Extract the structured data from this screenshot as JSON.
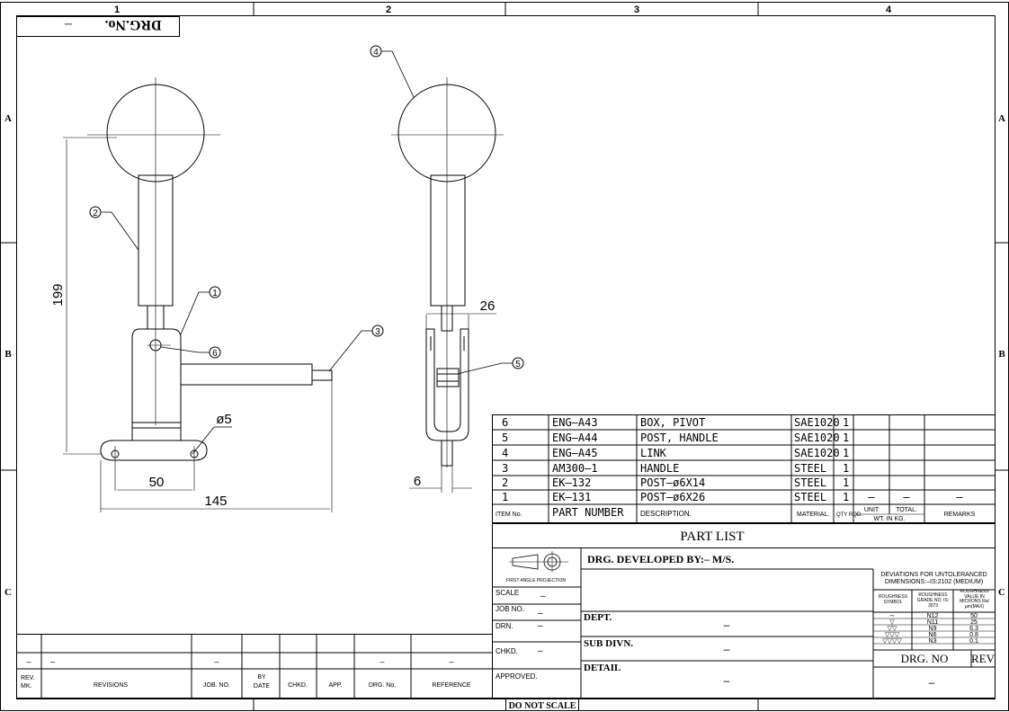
{
  "frame": {
    "col_labels": [
      "1",
      "2",
      "3",
      "4"
    ],
    "row_labels": [
      "A",
      "B",
      "C"
    ],
    "drg_no_box": {
      "label": "DRG.No.",
      "value": "–"
    }
  },
  "drawing": {
    "dims": {
      "height": "199",
      "width_50": "50",
      "width_145": "145",
      "dia": "ø5",
      "gap_26": "26",
      "gap_6": "6"
    },
    "balloons": [
      "1",
      "2",
      "3",
      "4",
      "5",
      "6"
    ]
  },
  "revisions": {
    "headers": [
      "REV. MK.",
      "REVISIONS",
      "JOB. NO.",
      "BY DATE",
      "CHKD.",
      "APP.",
      "DRG. No.",
      "REFERENCE"
    ],
    "row": [
      "–",
      "–",
      "–",
      "",
      "",
      "",
      "–",
      "–"
    ]
  },
  "part_list": {
    "title": "PART LIST",
    "rows": [
      {
        "item": "6",
        "part": "ENG–A43",
        "desc": "BOX, PIVOT",
        "material": "SAE1020",
        "qty": "1",
        "unit": "",
        "total": "",
        "remarks": ""
      },
      {
        "item": "5",
        "part": "ENG–A44",
        "desc": "POST, HANDLE",
        "material": "SAE1020",
        "qty": "1",
        "unit": "",
        "total": "",
        "remarks": ""
      },
      {
        "item": "4",
        "part": "ENG–A45",
        "desc": "LINK",
        "material": "SAE1020",
        "qty": "1",
        "unit": "",
        "total": "",
        "remarks": ""
      },
      {
        "item": "3",
        "part": "AM300–1",
        "desc": "HANDLE",
        "material": "STEEL",
        "qty": "1",
        "unit": "",
        "total": "",
        "remarks": ""
      },
      {
        "item": "2",
        "part": "EK–132",
        "desc": "POST–ø6X14",
        "material": "STEEL",
        "qty": "1",
        "unit": "",
        "total": "",
        "remarks": ""
      },
      {
        "item": "1",
        "part": "EK–131",
        "desc": "POST–ø6X26",
        "material": "STEEL",
        "qty": "1",
        "unit": "–",
        "total": "–",
        "remarks": "–"
      }
    ],
    "headers": {
      "item": "ITEM No.",
      "part": "PART NUMBER",
      "desc": "DESCRIPTION.",
      "material": "MATERIAL.",
      "qty": "QTY RQD.",
      "unit": "UNIT",
      "total": "TOTAL.",
      "wt": "WT. IN KG.",
      "remarks": "REMARKS"
    }
  },
  "title_block": {
    "projection": "FIRST ANGLE PROJECTION",
    "developed_by": "DRG. DEVELOPED BY:– M/S.",
    "fields": [
      {
        "label": "SCALE",
        "value": "–"
      },
      {
        "label": "JOB NO.",
        "value": "–"
      },
      {
        "label": "DRN.",
        "value": "–"
      },
      {
        "label": "CHKD.",
        "value": "–"
      },
      {
        "label": "APPROVED.",
        "value": ""
      }
    ],
    "dept": {
      "label": "DEPT.",
      "value": "–"
    },
    "sub_divn": {
      "label": "SUB DIVN.",
      "value": "–"
    },
    "detail": {
      "label": "DETAIL",
      "value": "–"
    },
    "deviations": "DEVIATIONS FOR UNTOLERANCED DIMENSIONS:–IS:2102 (MEDIUM)",
    "roughness_headers": [
      "ROUGHNESS SYMBOL",
      "ROUGHNESS GRADE NO. IS: 3073",
      "ROUGHNESS VALUE IN MICRONS Ra/µm(MAX)"
    ],
    "roughness_rows": [
      {
        "symbol": "∼",
        "grade": "N12",
        "value": "50"
      },
      {
        "symbol": "▽",
        "grade": "N11",
        "value": "25"
      },
      {
        "symbol": "▽▽",
        "grade": "N9",
        "value": "6.3"
      },
      {
        "symbol": "▽▽▽",
        "grade": "N6",
        "value": "0.8"
      },
      {
        "symbol": "▽▽▽▽",
        "grade": "N3",
        "value": "0.1"
      }
    ],
    "drg_no": {
      "label": "DRG. NO",
      "value": "–"
    },
    "rev": "REV",
    "do_not_scale": "DO NOT SCALE"
  }
}
